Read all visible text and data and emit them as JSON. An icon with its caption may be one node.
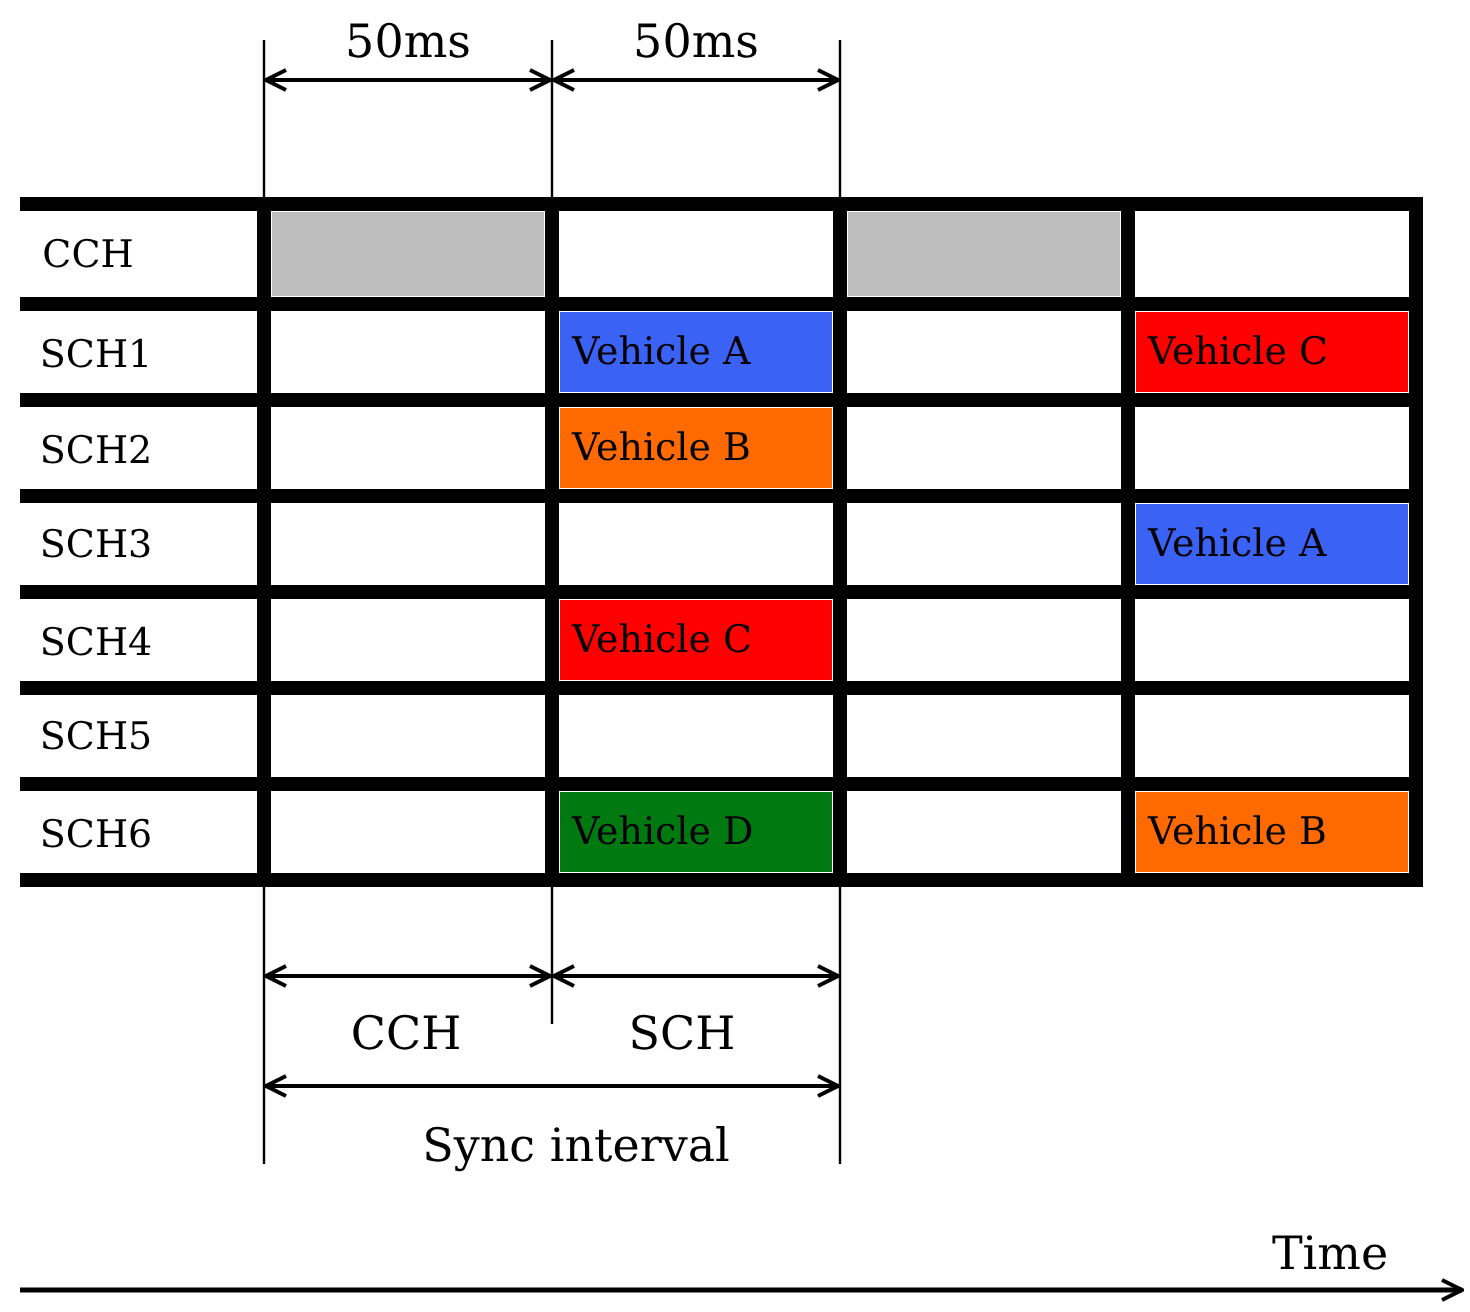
{
  "diagram": {
    "nodes": [
      {
        "text": [],
        "shape": "box"
      },
      {
        "text": [],
        "shape": "box"
      },
      {
        "text": [
          "Vehicle A"
        ]
      },
      {
        "text": [
          "Vehicle C"
        ]
      },
      {
        "text": [
          "Vehicle B"
        ]
      },
      {
        "text": [
          "Vehicle A"
        ]
      },
      {
        "text": [
          "Vehicle C"
        ]
      },
      {
        "text": [
          "Vehicle D"
        ]
      },
      {
        "text": [
          "Vehicle B"
        ]
      }
    ],
    "labels": [
      "50ms",
      "50ms",
      "CCH",
      "SCH1",
      "SCH2",
      "SCH3",
      "SCH4",
      "SCH5",
      "SCH6",
      "CCH",
      "SCH",
      "Sync interval",
      "Time"
    ]
  }
}
